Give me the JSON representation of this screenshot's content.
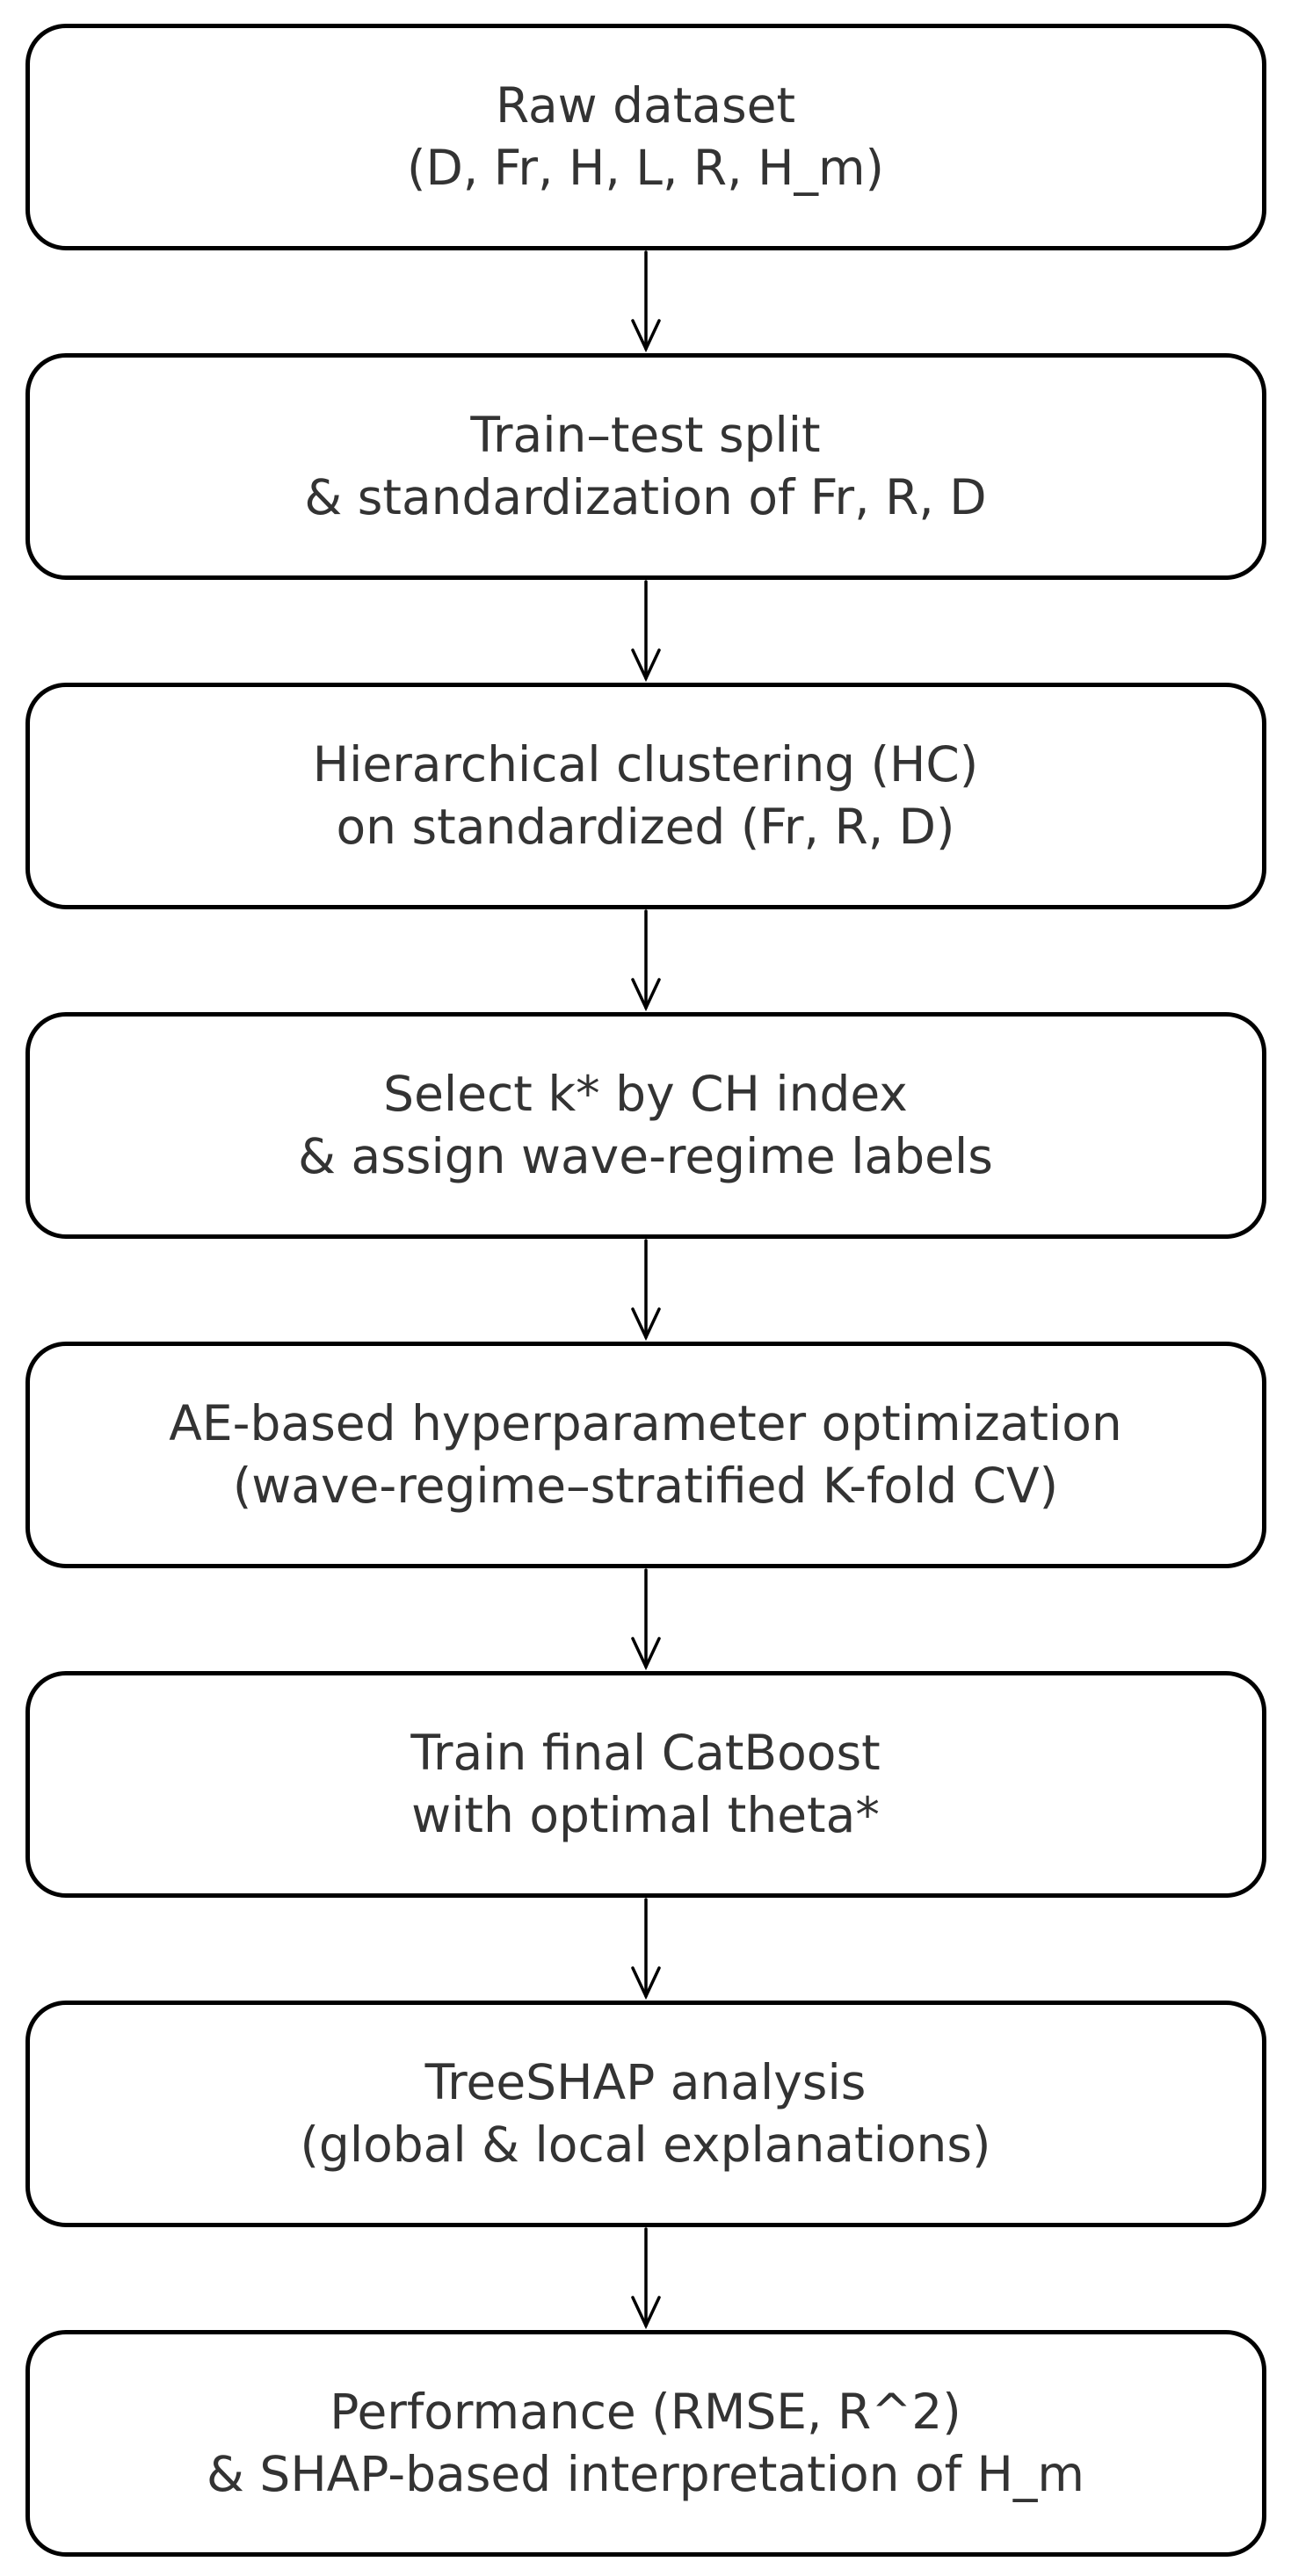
{
  "figure": {
    "background": "#ffffff",
    "box_fill": "#ffffff",
    "border_color": "#000000",
    "text_color": "#333333",
    "connector": "down-arrow"
  },
  "flowchart": {
    "steps": [
      {
        "line1": "Raw dataset",
        "line2": "(D, Fr, H, L, R, H_m)"
      },
      {
        "line1": "Train–test split",
        "line2": "& standardization of Fr, R, D"
      },
      {
        "line1": "Hierarchical clustering (HC)",
        "line2": "on standardized (Fr, R, D)"
      },
      {
        "line1": "Select k* by CH index",
        "line2": "& assign wave-regime labels"
      },
      {
        "line1": "AE-based hyperparameter optimization",
        "line2": "(wave-regime–stratified K-fold CV)"
      },
      {
        "line1": "Train final CatBoost",
        "line2": "with optimal theta*"
      },
      {
        "line1": "TreeSHAP analysis",
        "line2": "(global & local explanations)"
      },
      {
        "line1": "Performance (RMSE, R^2)",
        "line2": "& SHAP-based interpretation of H_m"
      }
    ]
  }
}
